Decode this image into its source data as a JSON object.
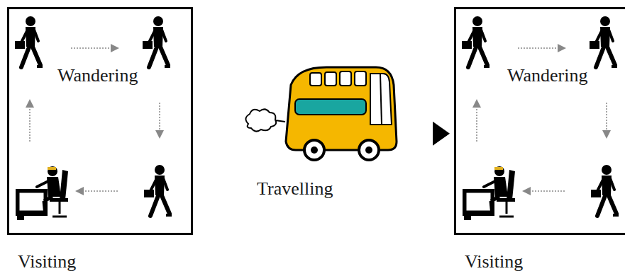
{
  "diagram": {
    "nodes": [
      {
        "text": [
          "Wandering",
          "Visiting"
        ]
      },
      {
        "text": [
          "Wandering",
          "Visiting"
        ]
      }
    ],
    "edges": [
      {
        "from": 0,
        "to": 1,
        "arrow": "to",
        "label": "Travelling"
      }
    ]
  }
}
